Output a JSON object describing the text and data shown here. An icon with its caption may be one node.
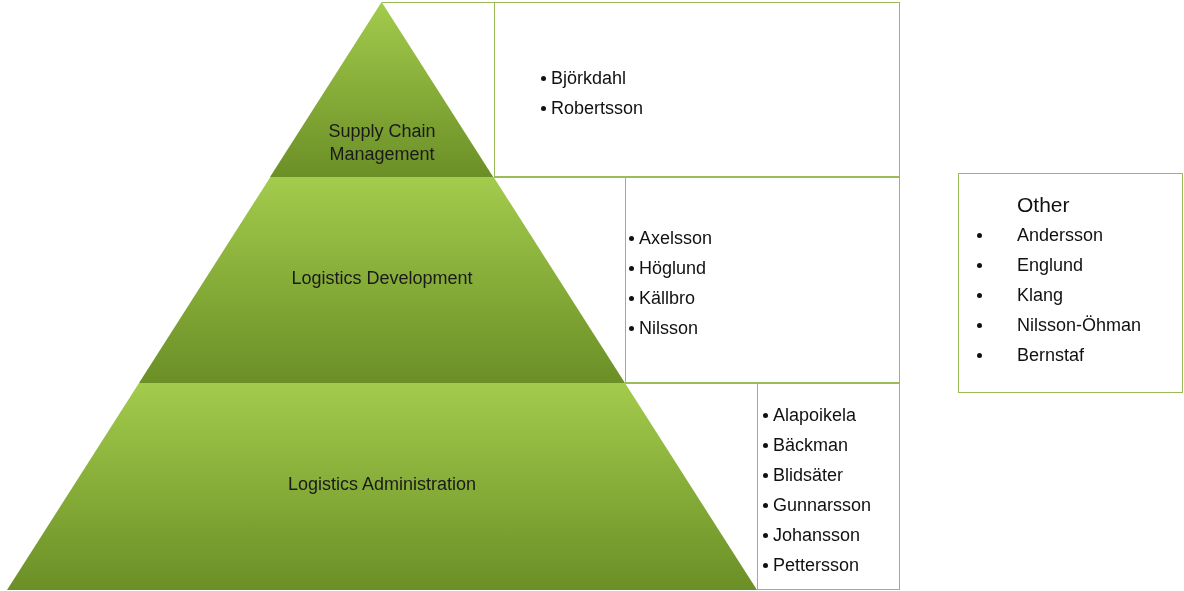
{
  "diagram": {
    "nodes": [
      {
        "text": [
          "Supply Chain Management"
        ]
      },
      {
        "text": [
          "Björkdahl",
          "Robertsson"
        ]
      },
      {
        "text": [
          "Logistics Development"
        ]
      },
      {
        "text": [
          "Axelsson",
          "Höglund",
          "Källbro",
          "Nilsson"
        ]
      },
      {
        "text": [
          "Logistics Administration"
        ]
      },
      {
        "text": [
          "Alapoikela",
          "Bäckman",
          "Blidsäter",
          "Gunnarsson",
          "Johansson",
          "Pettersson"
        ]
      },
      {
        "text": [
          "Other",
          "Andersson",
          "Englund",
          "Klang",
          "Nilsson-Öhman",
          "Bernstaf"
        ]
      }
    ]
  }
}
